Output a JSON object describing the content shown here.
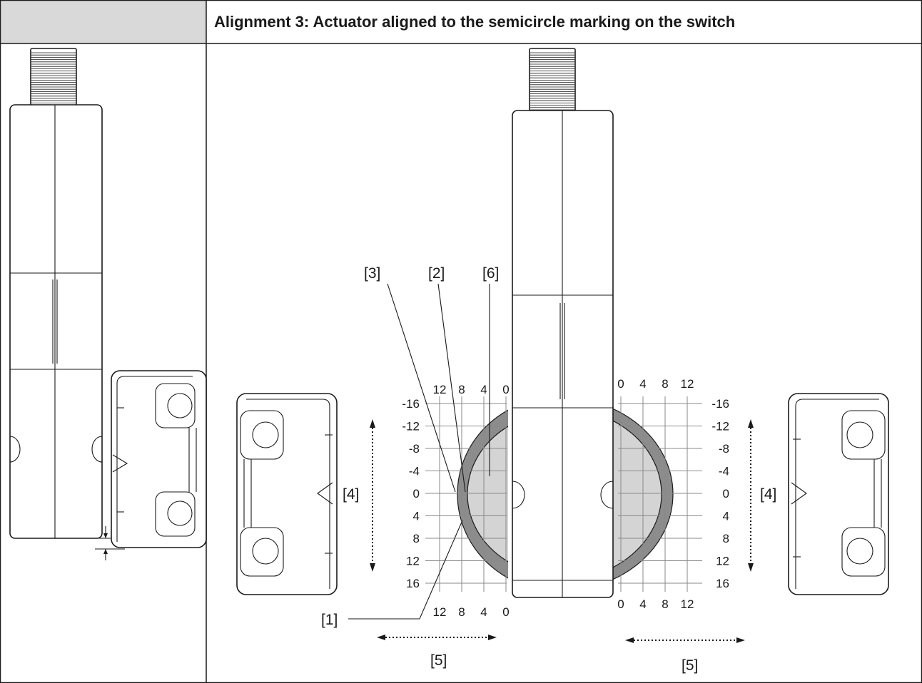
{
  "header": {
    "title": "Alignment 3: Actuator aligned to the semicircle marking on the switch"
  },
  "callouts": [
    "[1]",
    "[2]",
    "[3]",
    "[4]",
    "[5]",
    "[6]"
  ],
  "scale": {
    "vertical_ticks": [
      "-16",
      "-12",
      "-8",
      "-4",
      "0",
      "4",
      "8",
      "12",
      "16"
    ],
    "left_horizontal_ticks": [
      "12",
      "8",
      "4",
      "0"
    ],
    "right_horizontal_ticks": [
      "0",
      "4",
      "8",
      "12"
    ]
  },
  "colors": {
    "header_left_fill": "#d9d9d9",
    "zone_outer": "#8c8c8c",
    "zone_inner": "#d4d4d4",
    "line": "#1a1a1a"
  }
}
